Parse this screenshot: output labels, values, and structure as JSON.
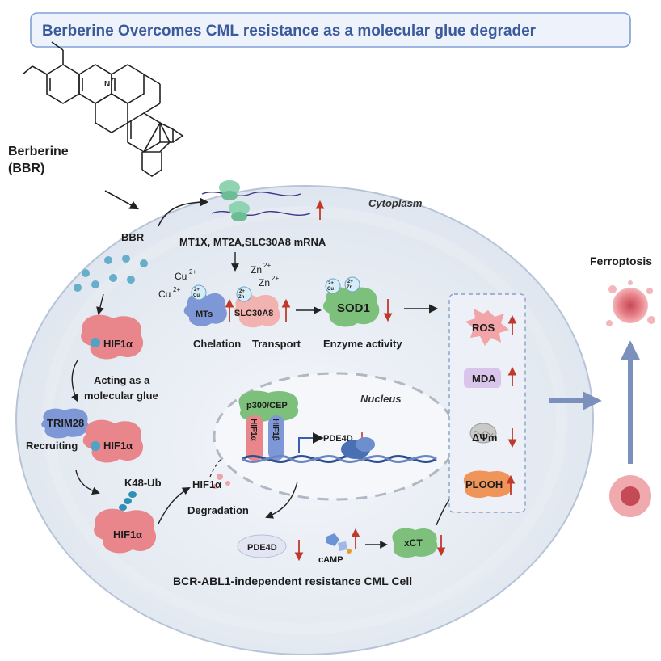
{
  "title": "Berberine  Overcomes CML  resistance as a molecular glue degrader",
  "compound": {
    "name": "Berberine",
    "abbr": "(BBR)",
    "ring_atom": "N",
    "ring_charge": "+"
  },
  "compartments": {
    "cytoplasm": "Cytoplasm",
    "nucleus": "Nucleus",
    "cell": "BCR-ABL1-independent resistance CML Cell"
  },
  "pathway": {
    "bbr": "BBR",
    "mrna": "MT1X, MT2A,SLC30A8 mRNA",
    "cu_ion": "Cu",
    "cu_sup": "2+",
    "zn_ion": "Zn",
    "zn_sup": "2+",
    "mts": "MTs",
    "slc": "SLC30A8",
    "sod1": "SOD1",
    "chelation": "Chelation",
    "transport": "Transport",
    "enzyme": "Enzyme activity"
  },
  "degradation": {
    "hif": "HIF1α",
    "glue_line1": "Acting as a",
    "glue_line2": "molecular glue",
    "trim": "TRIM28",
    "recruiting": "Recruiting",
    "k48": "K48-Ub",
    "degradation": "Degradation"
  },
  "nucleus": {
    "p300": "p300/CEP",
    "hif1a": "HIF1α",
    "hif1b": "HIF1β",
    "pde4d": "PDE4D"
  },
  "downstream": {
    "pde4d": "PDE4D",
    "camp": "cAMP",
    "xct": "xCT"
  },
  "markers": {
    "ros": "ROS",
    "mda": "MDA",
    "dpsi": "ΔΨm",
    "plooh": "PLOOH"
  },
  "outcome": "Ferroptosis",
  "colors": {
    "title_border": "#7f9fd6",
    "title_bg": "#eef3fb",
    "title_text": "#3a5a9c",
    "cell_fill": "#e7ecf3",
    "cell_stroke": "#b7c4d8",
    "protein_pink": "#e8868c",
    "protein_blue": "#7e97d6",
    "protein_green": "#7cc07c",
    "up_arrow": "#c0392b",
    "arrow_blue": "#7b90bd"
  }
}
